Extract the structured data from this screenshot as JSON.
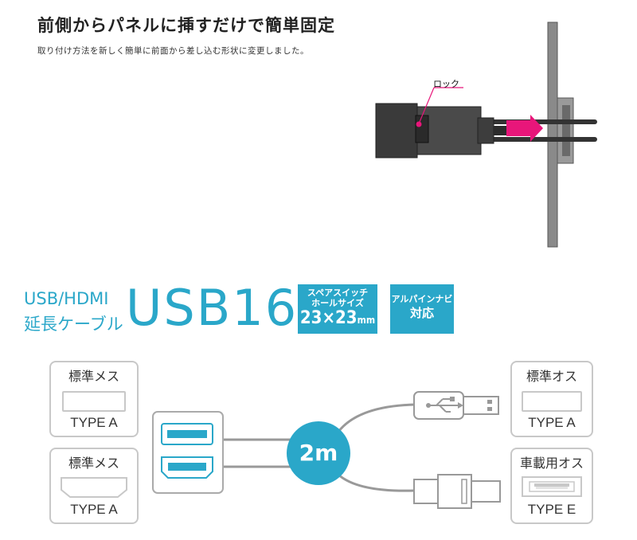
{
  "header": {
    "headline": "前側からパネルに挿すだけで簡単固定",
    "subline": "取り付け方法を新しく簡単に前面から差し込む形状に変更しました。",
    "lock_label": "ロック"
  },
  "product": {
    "category_line1": "USB/HDMI",
    "category_line2": "延長ケーブル",
    "model": "USB16",
    "badge_size": {
      "line1": "スペアスイッチ",
      "line2": "ホールサイズ",
      "size": "23×23",
      "unit": "mm"
    },
    "badge_navi": {
      "line1": "アルパインナビ",
      "line2": "対応"
    }
  },
  "diagram": {
    "left_top": {
      "title": "標準メス",
      "type": "TYPE A"
    },
    "left_bottom": {
      "title": "標準メス",
      "type": "TYPE A"
    },
    "length": "2m",
    "right_top": {
      "title": "標準オス",
      "type": "TYPE A"
    },
    "right_bottom": {
      "title": "車載用オス",
      "type": "TYPE E"
    }
  },
  "colors": {
    "accent": "#2aa7c9",
    "magenta": "#e8167a",
    "box_border": "#c8c8c8"
  }
}
